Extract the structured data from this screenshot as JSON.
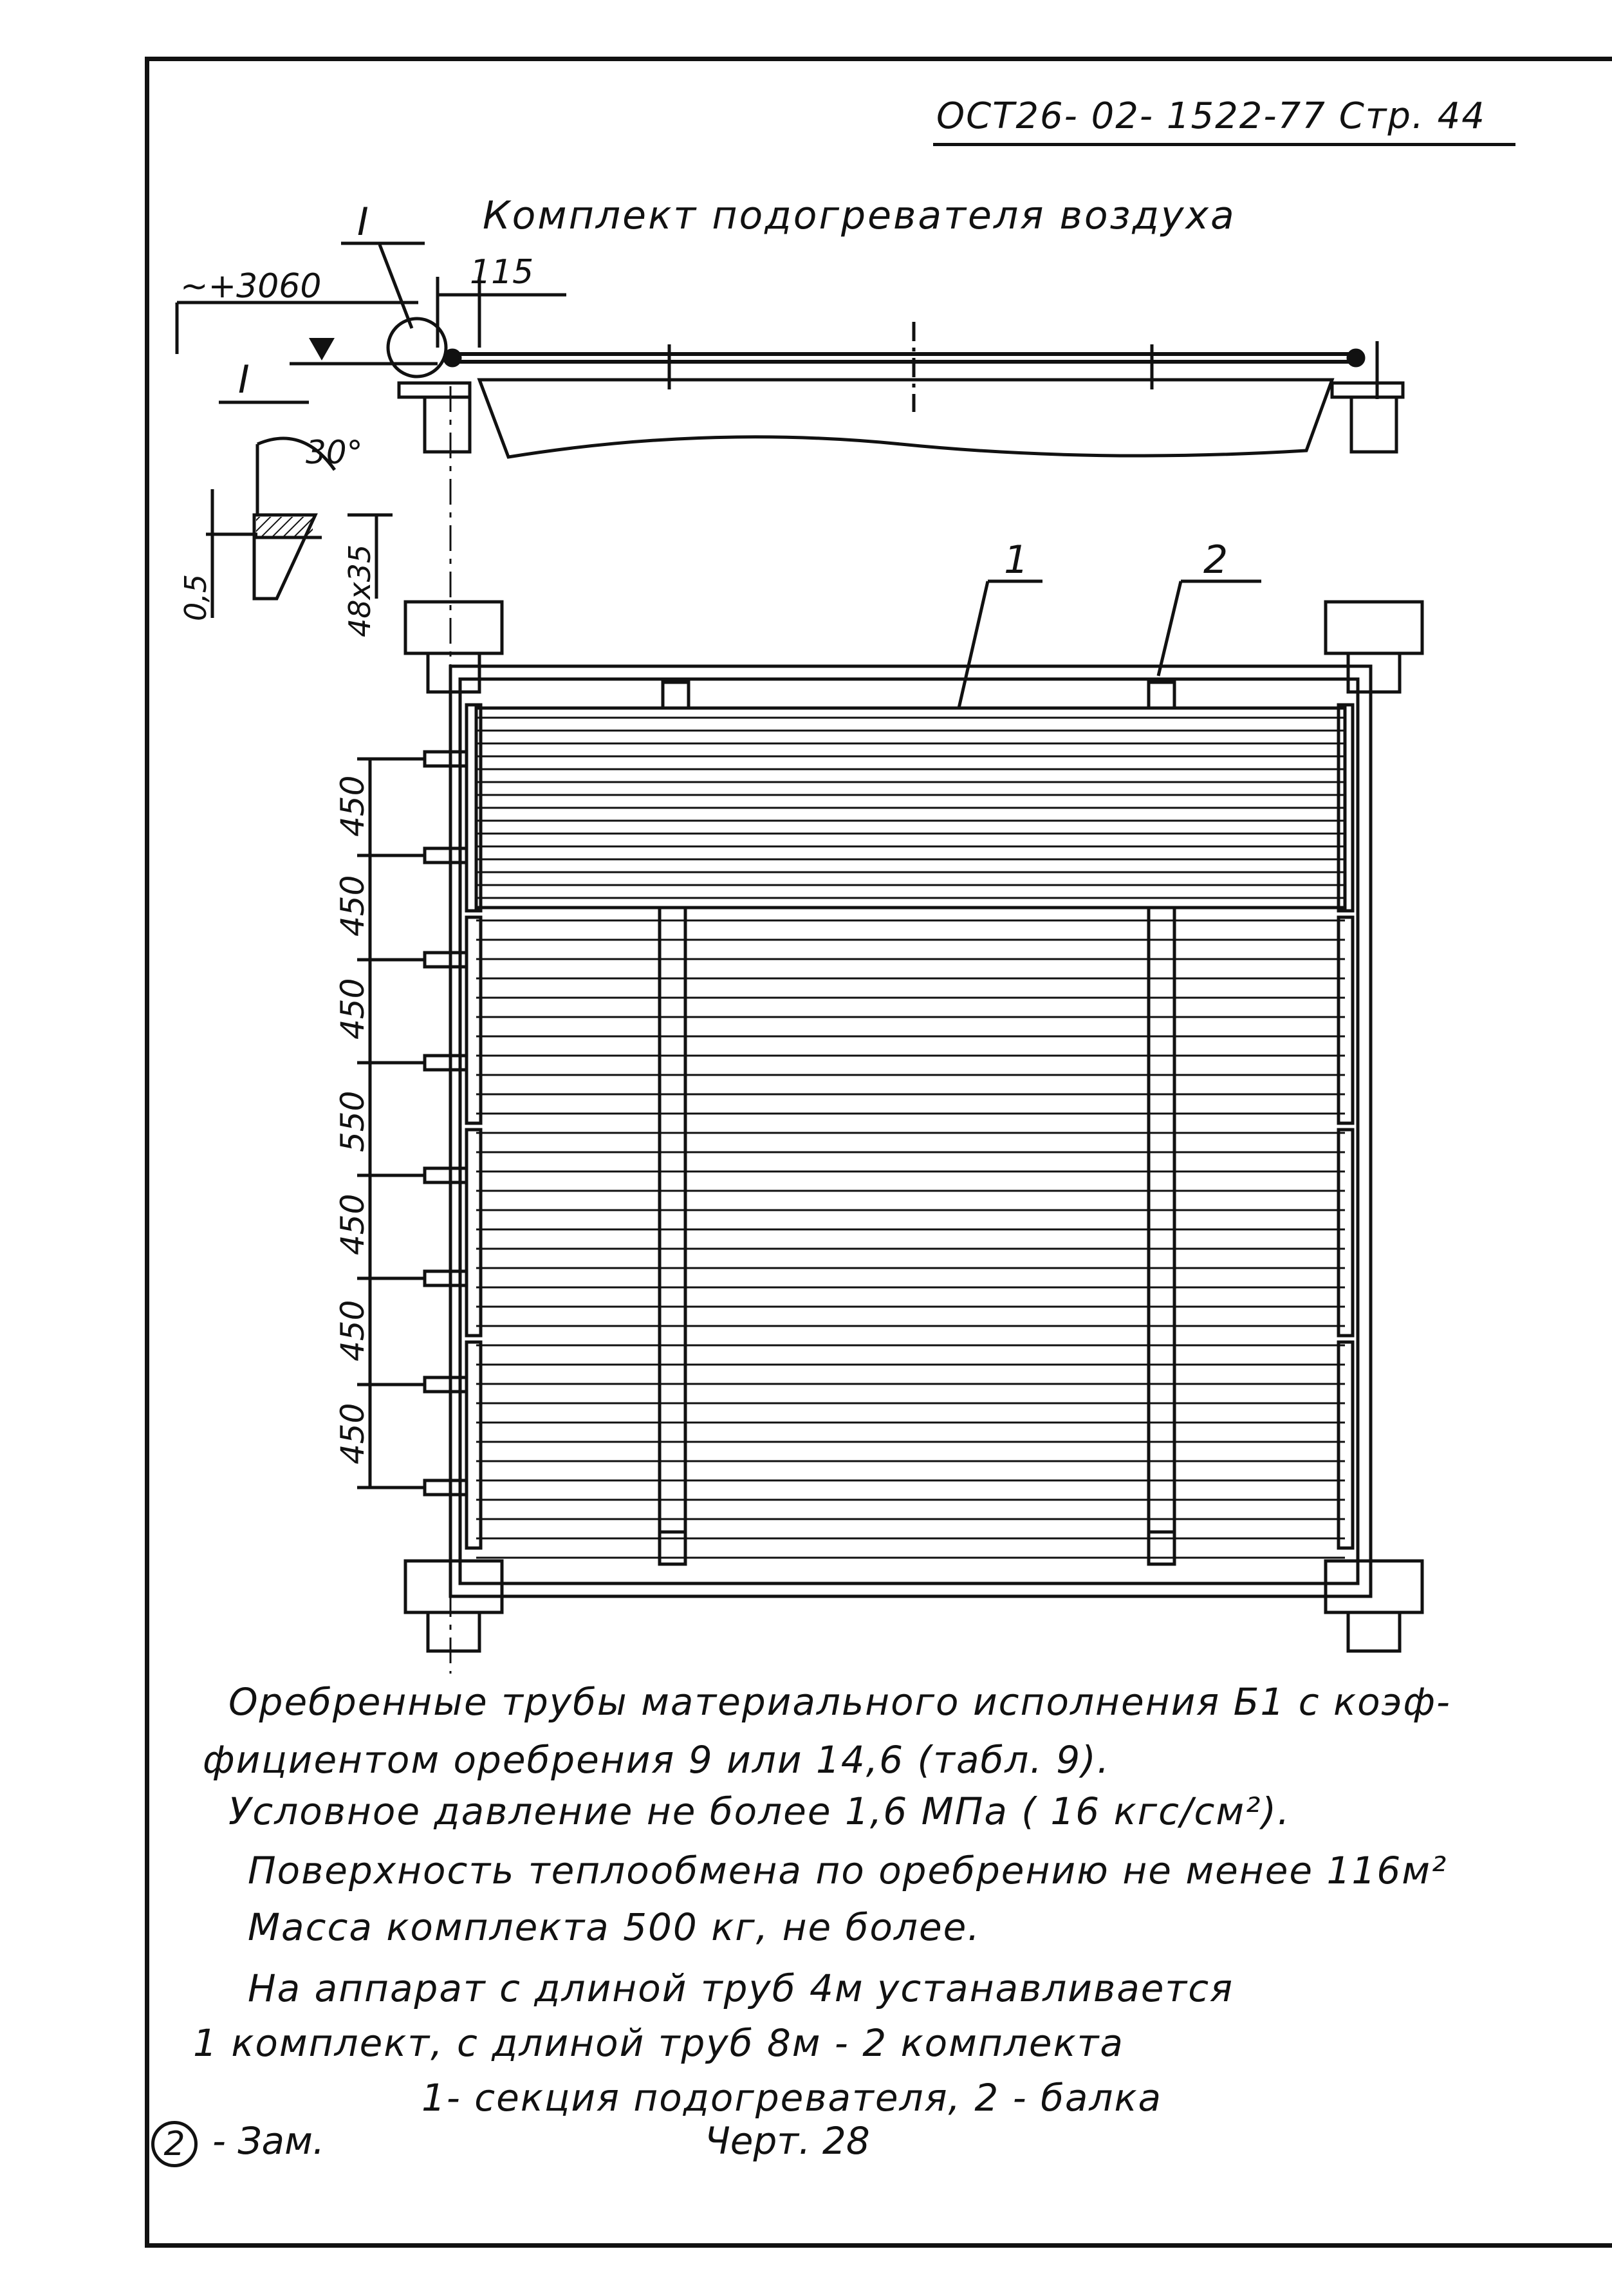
{
  "header": {
    "doc_code": "ОСТ26- 02- 1522-77  Стр. 44"
  },
  "title": "Комплект  подогревателя  воздуха",
  "drawing": {
    "section_mark_top": "I",
    "section_mark_detail": "I",
    "elevation_label": "~+3060",
    "dim_offset": "115",
    "angle_label": "30°",
    "dim_thickness": "0,5",
    "dim_profile": "48x35",
    "callout_1": "1",
    "callout_2": "2",
    "pitch_dims": [
      "450",
      "450",
      "450",
      "550",
      "450",
      "450",
      "450"
    ]
  },
  "notes": [
    "Оребренные  трубы материального  исполнения  Б1  с коэф-",
    "фициентом  оребрения  9   или    14,6  (табл. 9).",
    "Условное  давление    не более   1,6 МПа  ( 16 кгс/см²).",
    "Поверхность   теплообмена  по  оребрению   не менее 116м²",
    "Масса  комплекта    500 кг,   не  более.",
    "На   аппарат   с длиной   труб  4м    устанавливается",
    "1 комплект,  с длиной   труб 8м - 2  комплекта",
    "1- секция  подогревателя,  2 - балка"
  ],
  "footer": {
    "revision_number": "2",
    "revision_text": "- Зам.",
    "drawing_number": "Черт. 28"
  }
}
